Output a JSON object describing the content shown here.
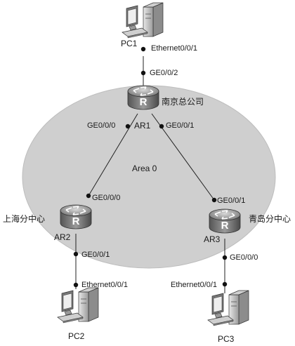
{
  "area": {
    "label": "Area 0"
  },
  "routers": {
    "ar1": {
      "name": "AR1",
      "site": "南京总公司"
    },
    "ar2": {
      "name": "AR2",
      "site": "上海分中心"
    },
    "ar3": {
      "name": "AR3",
      "site": "青岛分中心"
    }
  },
  "pcs": {
    "pc1": {
      "name": "PC1"
    },
    "pc2": {
      "name": "PC2"
    },
    "pc3": {
      "name": "PC3"
    }
  },
  "interfaces": {
    "pc1_eth": "Ethernet0/0/1",
    "ar1_to_pc1": "GE0/0/2",
    "ar1_to_ar2": "GE0/0/0",
    "ar1_to_ar3": "GE0/0/1",
    "ar2_to_ar1": "GE0/0/0",
    "ar2_to_pc2": "GE0/0/1",
    "pc2_eth": "Ethernet0/0/1",
    "ar3_to_ar1": "GE0/0/1",
    "ar3_to_pc3": "GE0/0/0",
    "pc3_eth": "Ethernet0/0/1"
  }
}
